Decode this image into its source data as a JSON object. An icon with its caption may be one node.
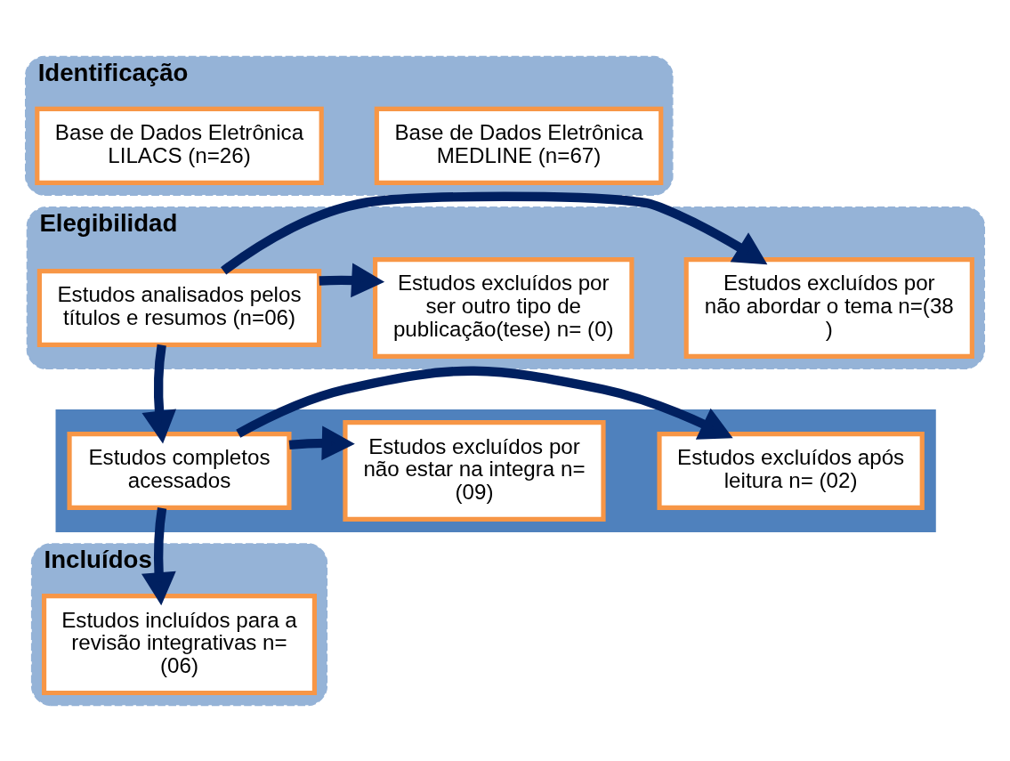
{
  "diagram": {
    "nodes": [
      {
        "text": [
          "Identificação"
        ]
      },
      {
        "text": [
          "Base de Dados Eletrônica LILACS (n=26)"
        ],
        "in": 0
      },
      {
        "text": [
          "Base de Dados Eletrônica MEDLINE (n=67)"
        ],
        "in": 0
      },
      {
        "text": [
          "Elegibilidad"
        ]
      },
      {
        "text": [
          "Estudos analisados pelos títulos e resumos (n=06)"
        ],
        "in": 3
      },
      {
        "text": [
          "Estudos excluídos por ser outro tipo de publicação(tese) n= (0)"
        ],
        "in": 3
      },
      {
        "text": [
          "Estudos excluídos por não abordar o tema n=(38 )"
        ],
        "in": 3
      },
      {
        "text": [],
        "shape": "bar"
      },
      {
        "text": [
          "Estudos completos acessados"
        ],
        "in": 7
      },
      {
        "text": [
          "Estudos excluídos por não estar na integra n= (09)"
        ],
        "in": 7
      },
      {
        "text": [
          "Estudos excluídos após leitura n= (02)"
        ],
        "in": 7
      },
      {
        "text": [
          "Incluídos"
        ]
      },
      {
        "text": [
          "Estudos incluídos para a revisão integrativas n= (06)"
        ],
        "in": 11
      }
    ],
    "edges": [
      {
        "from": 4,
        "to": 5,
        "arrow": "to"
      },
      {
        "from": 4,
        "to": 6,
        "arrow": "to"
      },
      {
        "from": 4,
        "to": 8,
        "arrow": "to"
      },
      {
        "from": 8,
        "to": 9,
        "arrow": "to"
      },
      {
        "from": 8,
        "to": 10,
        "arrow": "to"
      },
      {
        "from": 8,
        "to": 12,
        "arrow": "to"
      }
    ]
  }
}
